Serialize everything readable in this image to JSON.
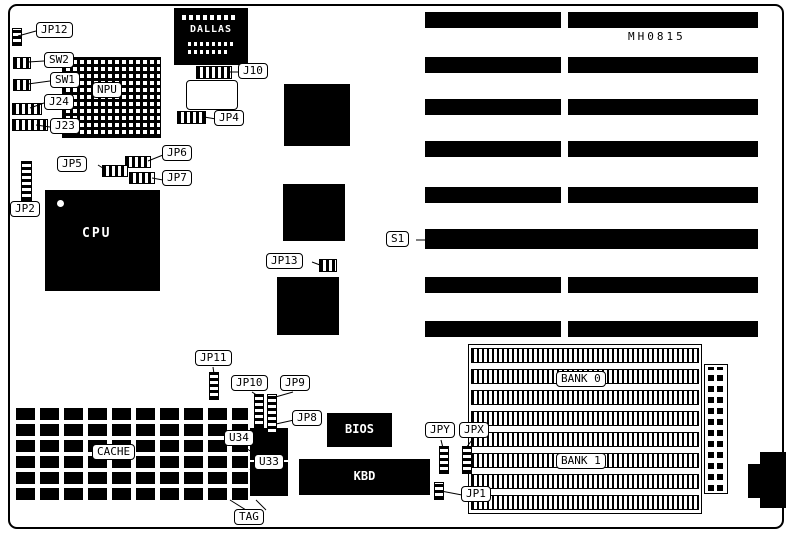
{
  "colors": {
    "ink": "#000000",
    "paper": "#ffffff"
  },
  "board": {
    "id_text": "MH0815"
  },
  "chips": {
    "cpu": "CPU",
    "npu": "NPU",
    "dallas": "DALLAS",
    "bios": "BIOS",
    "kbd": "KBD",
    "cache": "CACHE",
    "u34": "U34",
    "u33": "U33",
    "tag": "TAG",
    "bank0": "BANK 0",
    "bank1": "BANK 1"
  },
  "connectors": {
    "s1": "S1",
    "j10": "J10",
    "j23": "J23",
    "j24": "J24",
    "sw1": "SW1",
    "sw2": "SW2"
  },
  "jumpers": {
    "jp1": "JP1",
    "jp2": "JP2",
    "jp4": "JP4",
    "jp5": "JP5",
    "jp6": "JP6",
    "jp7": "JP7",
    "jp8": "JP8",
    "jp9": "JP9",
    "jp10": "JP10",
    "jp11": "JP11",
    "jp12": "JP12",
    "jp13": "JP13",
    "jpx": "JPX",
    "jpy": "JPY"
  }
}
